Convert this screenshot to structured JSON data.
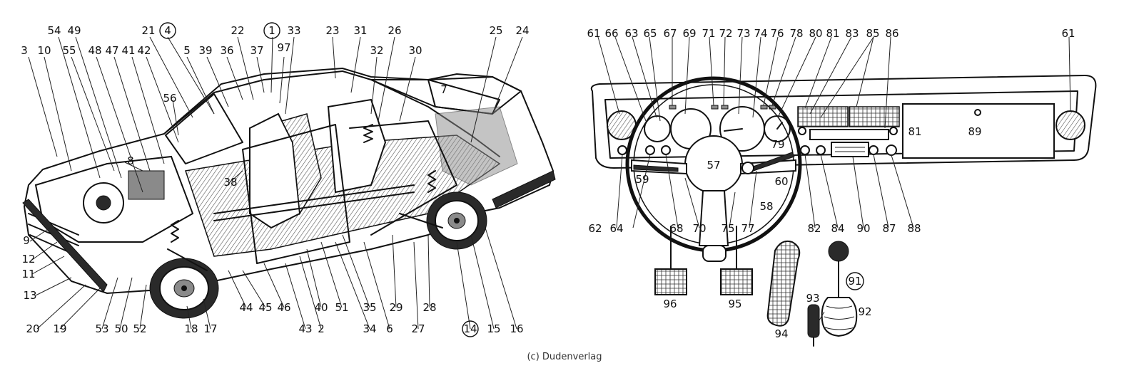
{
  "copyright": "(c) Dudenverlag",
  "circled_labels": [
    "4",
    "1",
    "14",
    "91"
  ],
  "car_labels": [
    "54",
    "49",
    "21",
    "4",
    "22",
    "1",
    "33",
    "23",
    "31",
    "26",
    "25",
    "24",
    "3",
    "10",
    "55",
    "48",
    "47",
    "41",
    "42",
    "5",
    "39",
    "36",
    "37",
    "97",
    "32",
    "30",
    "7",
    "56",
    "8",
    "38",
    "9",
    "12",
    "11",
    "13",
    "20",
    "19",
    "53",
    "50",
    "52",
    "18",
    "17",
    "44",
    "45",
    "46",
    "43",
    "2",
    "40",
    "51",
    "35",
    "34",
    "6",
    "29",
    "28",
    "27",
    "14",
    "15",
    "16"
  ],
  "dashboard_labels": [
    "61",
    "66",
    "63",
    "65",
    "67",
    "69",
    "71",
    "72",
    "73",
    "74",
    "76",
    "78",
    "80",
    "83",
    "85",
    "86",
    "61",
    "81",
    "89",
    "79",
    "57",
    "59",
    "60",
    "58",
    "62",
    "64",
    "68",
    "70",
    "75",
    "77",
    "82",
    "84",
    "90",
    "87",
    "88",
    "96",
    "95",
    "94",
    "93",
    "92",
    "91"
  ]
}
